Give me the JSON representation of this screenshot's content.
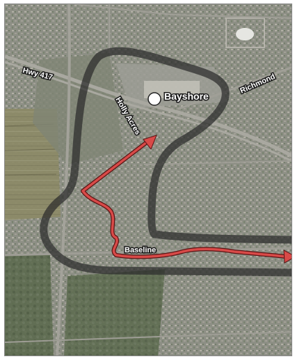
{
  "map": {
    "labels": {
      "highway": "Hwy 417",
      "richmond": "Richmond",
      "holly_acres": "Holly Acres",
      "bayshore": "Bayshore",
      "baseline": "Baseline"
    },
    "colors": {
      "route_red": "#d84a48",
      "route_red_outline": "#5a1414",
      "transitway_dark": "#2b2b2b",
      "marker_white": "#ffffff"
    },
    "icons": {
      "station_marker": "circle-marker-icon"
    }
  }
}
